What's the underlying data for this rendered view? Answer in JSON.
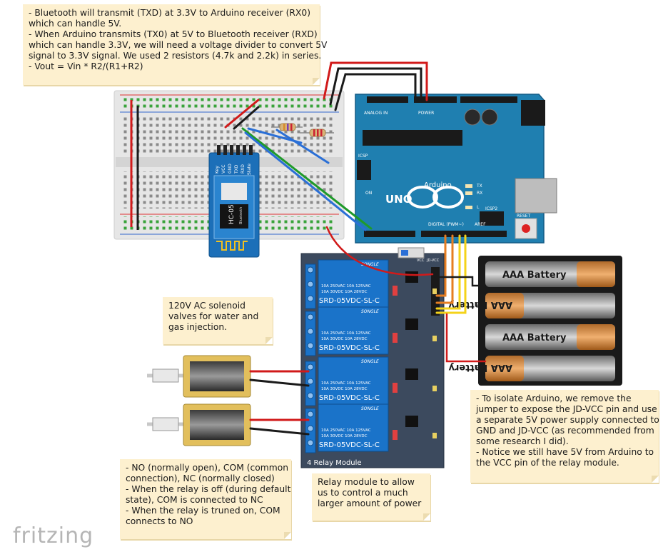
{
  "notes": {
    "top": [
      "- Bluetooth will transmit (TXD) at 3.3V to Arduino receiver (RX0)",
      "which can handle 5V.",
      "- When Arduino transmits (TX0) at 5V to Bluetooth receiver (RXD)",
      "which can handle 3.3V, we will need a voltage divider to convert 5V",
      "signal to 3.3V signal. We used 2 resistors (4.7k and 2.2k) in series.",
      "- Vout = Vin * R2/(R1+R2)"
    ],
    "solenoid": [
      "120V AC solenoid",
      "valves for water and",
      "gas injection."
    ],
    "relay_terms": [
      "- NO (normally open), COM (common",
      "connection), NC (normally closed)",
      "- When the relay is off (during default",
      "state), COM is connected to NC",
      "- When the relay is truned on, COM",
      "connects to NO"
    ],
    "relay_module": [
      "Relay module to allow",
      "us to control a much",
      "larger amount of power"
    ],
    "isolation": [
      "- To isolate Arduino, we remove the",
      "jumper to expose the JD-VCC pin and use",
      "a separate 5V power supply connected to",
      "GND and JD-VCC (as recommended from",
      "some research I did).",
      "- Notice we still have 5V from Arduino to",
      "the VCC pin of the relay module."
    ]
  },
  "components": {
    "hc05": {
      "model": "HC-05",
      "sub": "Bluetooth",
      "pins": [
        "Key",
        "VCC",
        "GND",
        "TXD",
        "RXD",
        "State"
      ]
    },
    "arduino": {
      "brand": "Arduino",
      "model": "UNO",
      "analog_in": "ANALOG IN",
      "power": "POWER",
      "digital": "DIGITAL (PWM~)",
      "icsp": "ICSP",
      "icsp2": "ICSP2",
      "reset": "RESET",
      "aref": "AREF",
      "leds": [
        "TX",
        "RX",
        "L"
      ],
      "on": "ON"
    },
    "relay_module": {
      "title": "4 Relay Module",
      "relay_brand": "SONGLE",
      "relay_model": "SRD-05VDC-SL-C",
      "rating_line1": "10A 250VAC  10A 125VAC",
      "rating_line2": "10A  30VDC  10A  28VDC",
      "jumper_labels": [
        "JD-VCC",
        "VCC"
      ]
    },
    "battery": {
      "label": "AAA Battery",
      "count": 4
    }
  },
  "colors": {
    "wire_red": "#d11a1a",
    "wire_black": "#1a1a1a",
    "wire_green": "#1f9a2a",
    "wire_blue": "#2a6fd6",
    "wire_orange": "#e67e22",
    "wire_yellow": "#f4d31a",
    "arduino_blue": "#1f7fb0",
    "relay_board": "#3c4a5e",
    "relay_blue": "#1a73c9",
    "hc05_blue": "#1c6fb8",
    "note_bg": "#fdf0cf",
    "solenoid_gold": "#e2bf5c"
  },
  "logo": "fritzing"
}
